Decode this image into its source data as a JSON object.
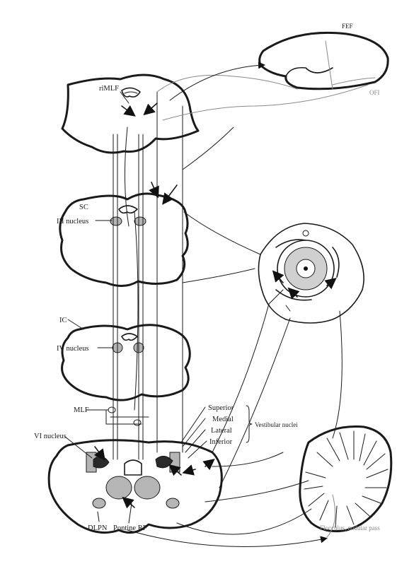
{
  "labels": {
    "fef": "FEF",
    "ofi": "OFI",
    "rimlf": "riMLF",
    "sc": "SC",
    "iii_nucleus": "III nucleus",
    "ic": "IC",
    "iv_nucleus": "IV nucleus",
    "mlf": "MLF",
    "vi_nucleus": "VI nucleus",
    "superior": "Superior",
    "medial": "Medial",
    "lateral": "Lateral",
    "inferior": "Inferior",
    "vestibular_nuclei": "Vestibular nuclei",
    "dlpn": "DLPN",
    "pontine_rf": "Pontine RF",
    "flocculus": "Flocculus, nodular pass"
  },
  "colors": {
    "ink": "#1a1a1a",
    "gray": "#8a8a8a",
    "nucleus_fill": "#b5b5b5"
  }
}
